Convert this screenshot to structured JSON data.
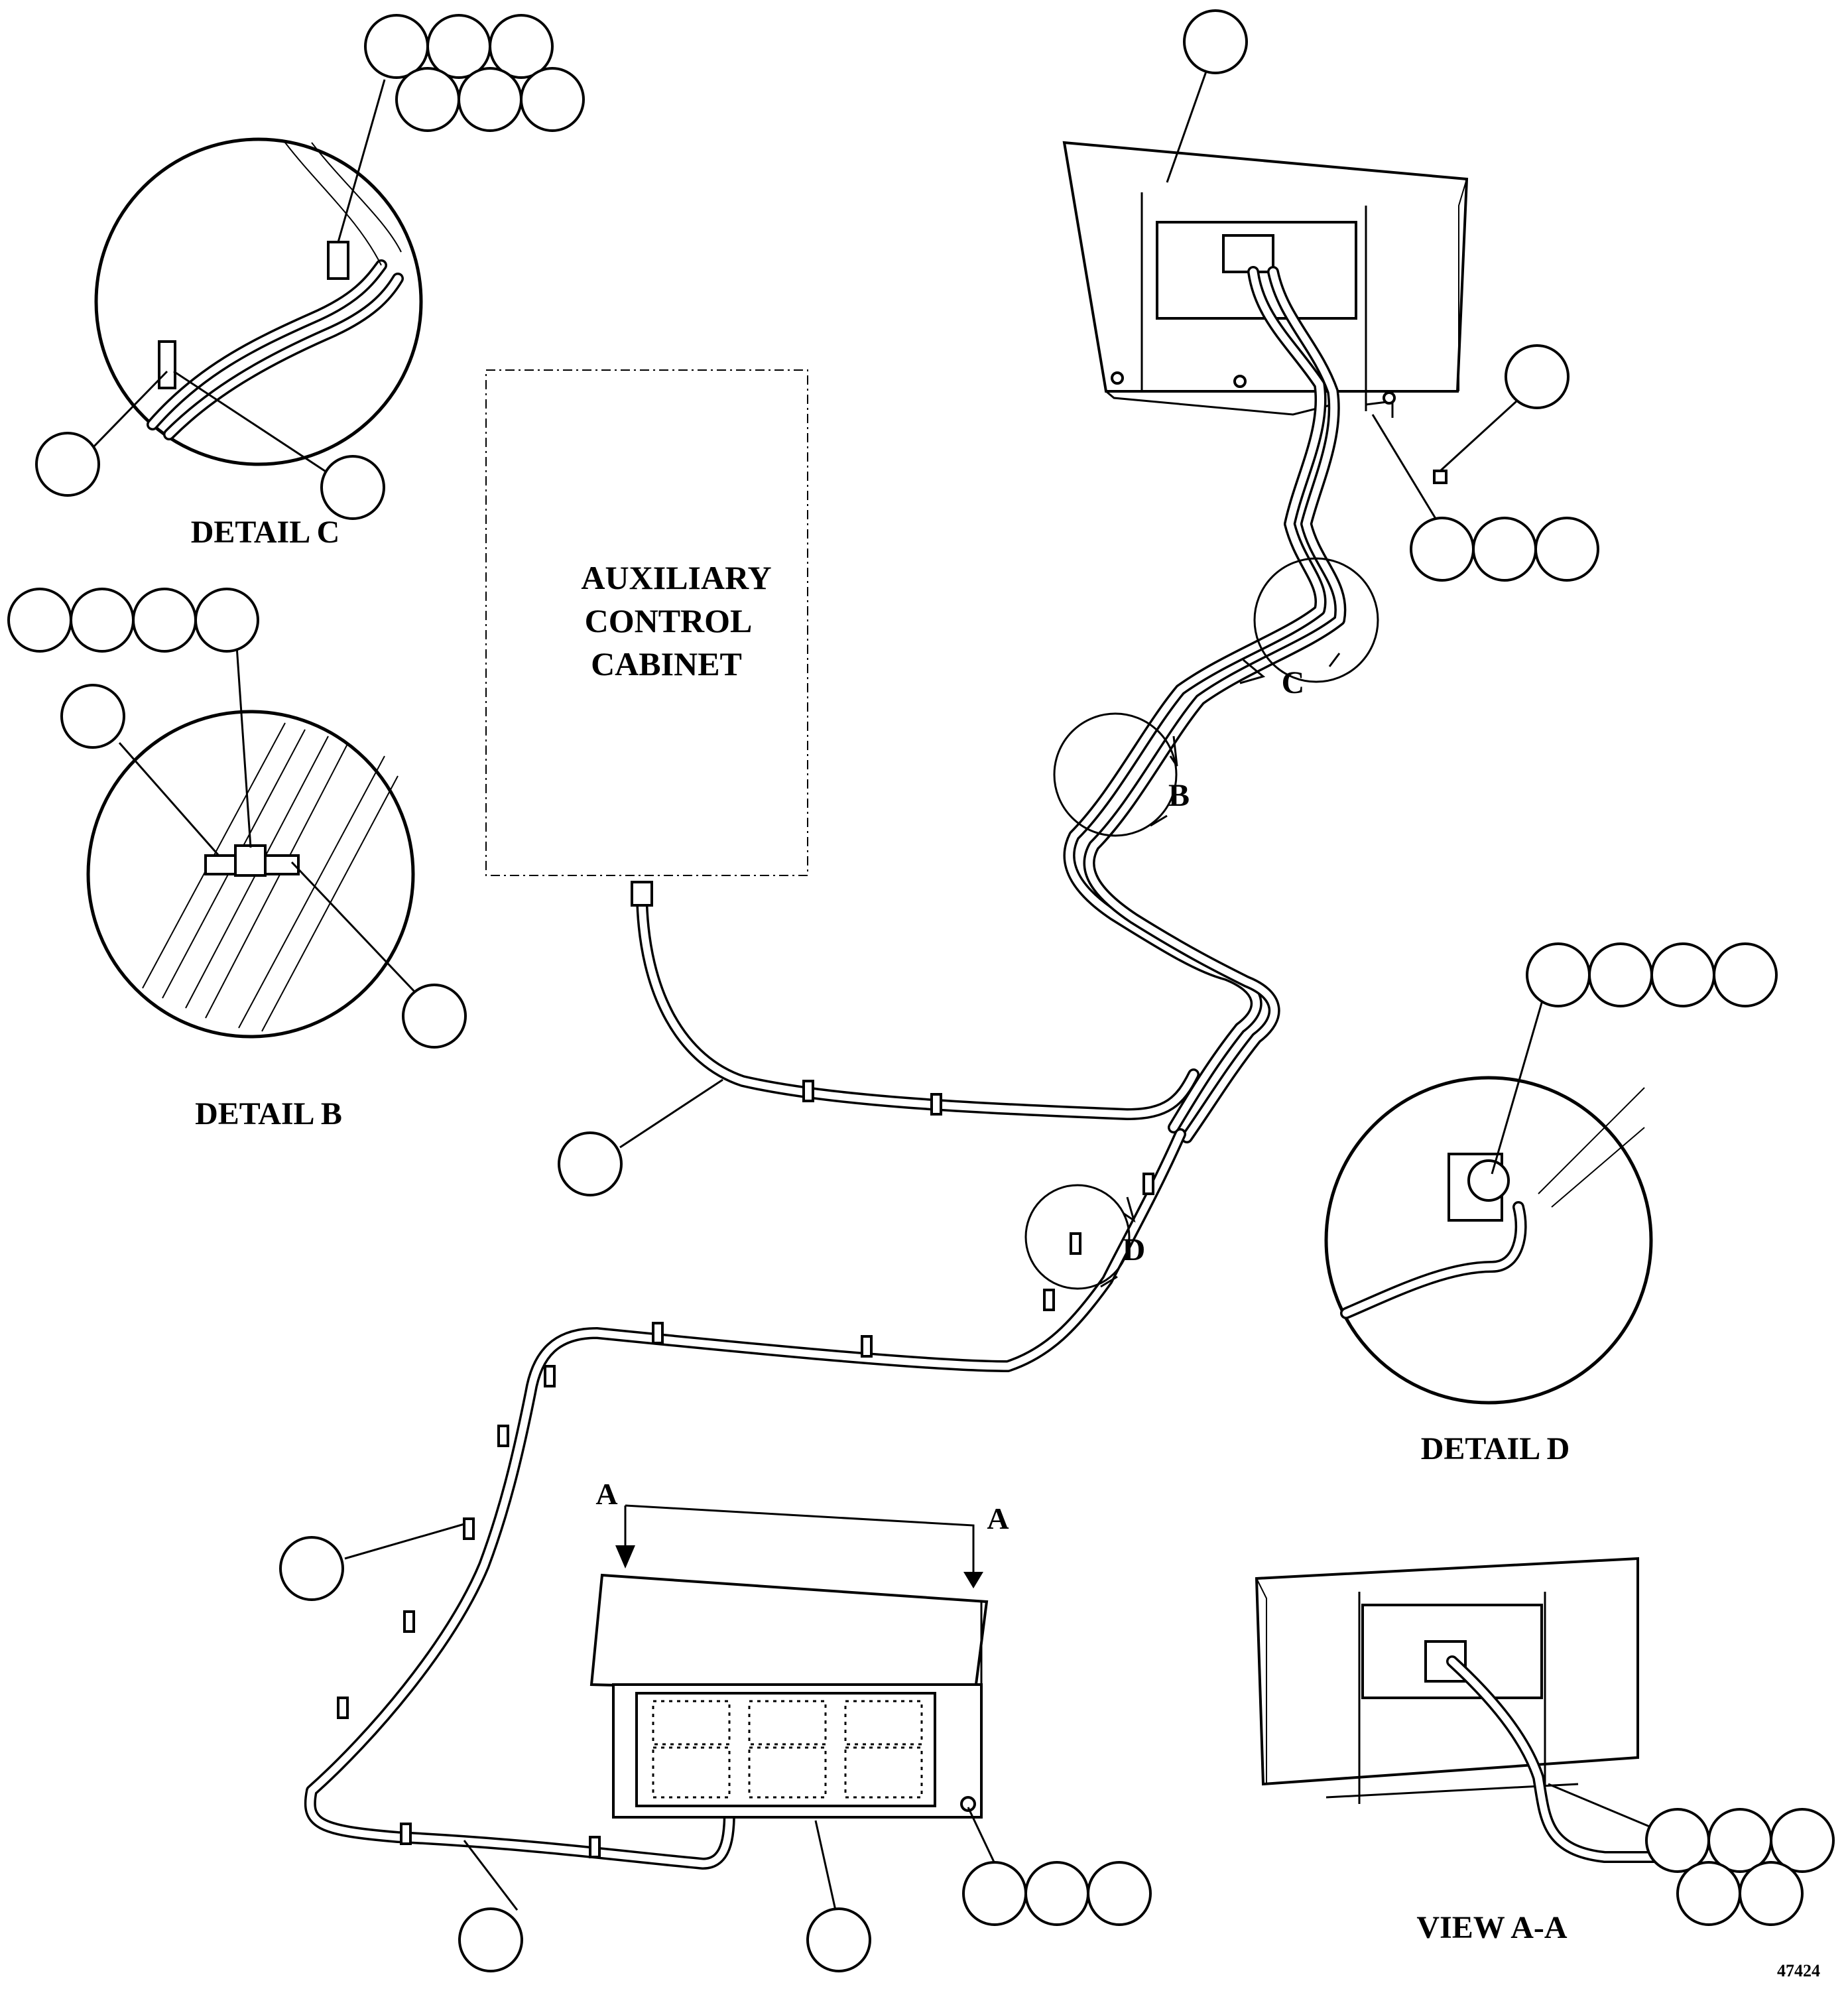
{
  "labels": {
    "detail_c": "DETAIL C",
    "detail_b": "DETAIL B",
    "detail_d": "DETAIL D",
    "view_aa": "VIEW A-A",
    "cabinet_line1": "AUXILIARY",
    "cabinet_line2": "CONTROL",
    "cabinet_line3": "CABINET",
    "callout_b": "B",
    "callout_c": "C",
    "callout_d": "D",
    "section_a_left": "A",
    "section_a_right": "A",
    "figure_number": "47424"
  }
}
